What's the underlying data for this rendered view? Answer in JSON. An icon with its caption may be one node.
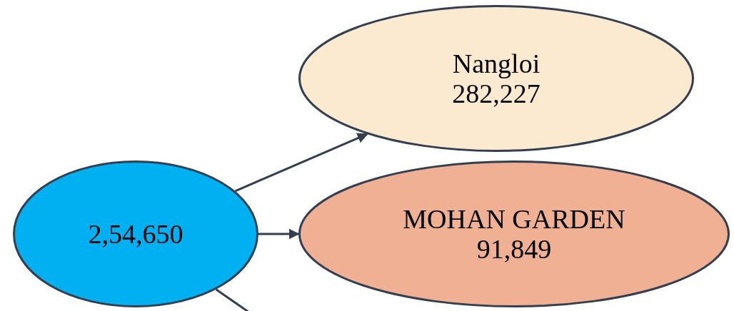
{
  "diagram": {
    "nodes": [
      {
        "text": [
          "2,54,650"
        ]
      },
      {
        "text": [
          "Nangloi",
          "282,227"
        ]
      },
      {
        "text": [
          "MOHAN GARDEN",
          "91,849"
        ]
      }
    ],
    "edges": [
      {
        "from": 0,
        "to": 1,
        "arrow": "to"
      },
      {
        "from": 0,
        "to": 2,
        "arrow": "to"
      },
      {
        "from": 0,
        "to": null,
        "arrow": "none"
      }
    ]
  }
}
